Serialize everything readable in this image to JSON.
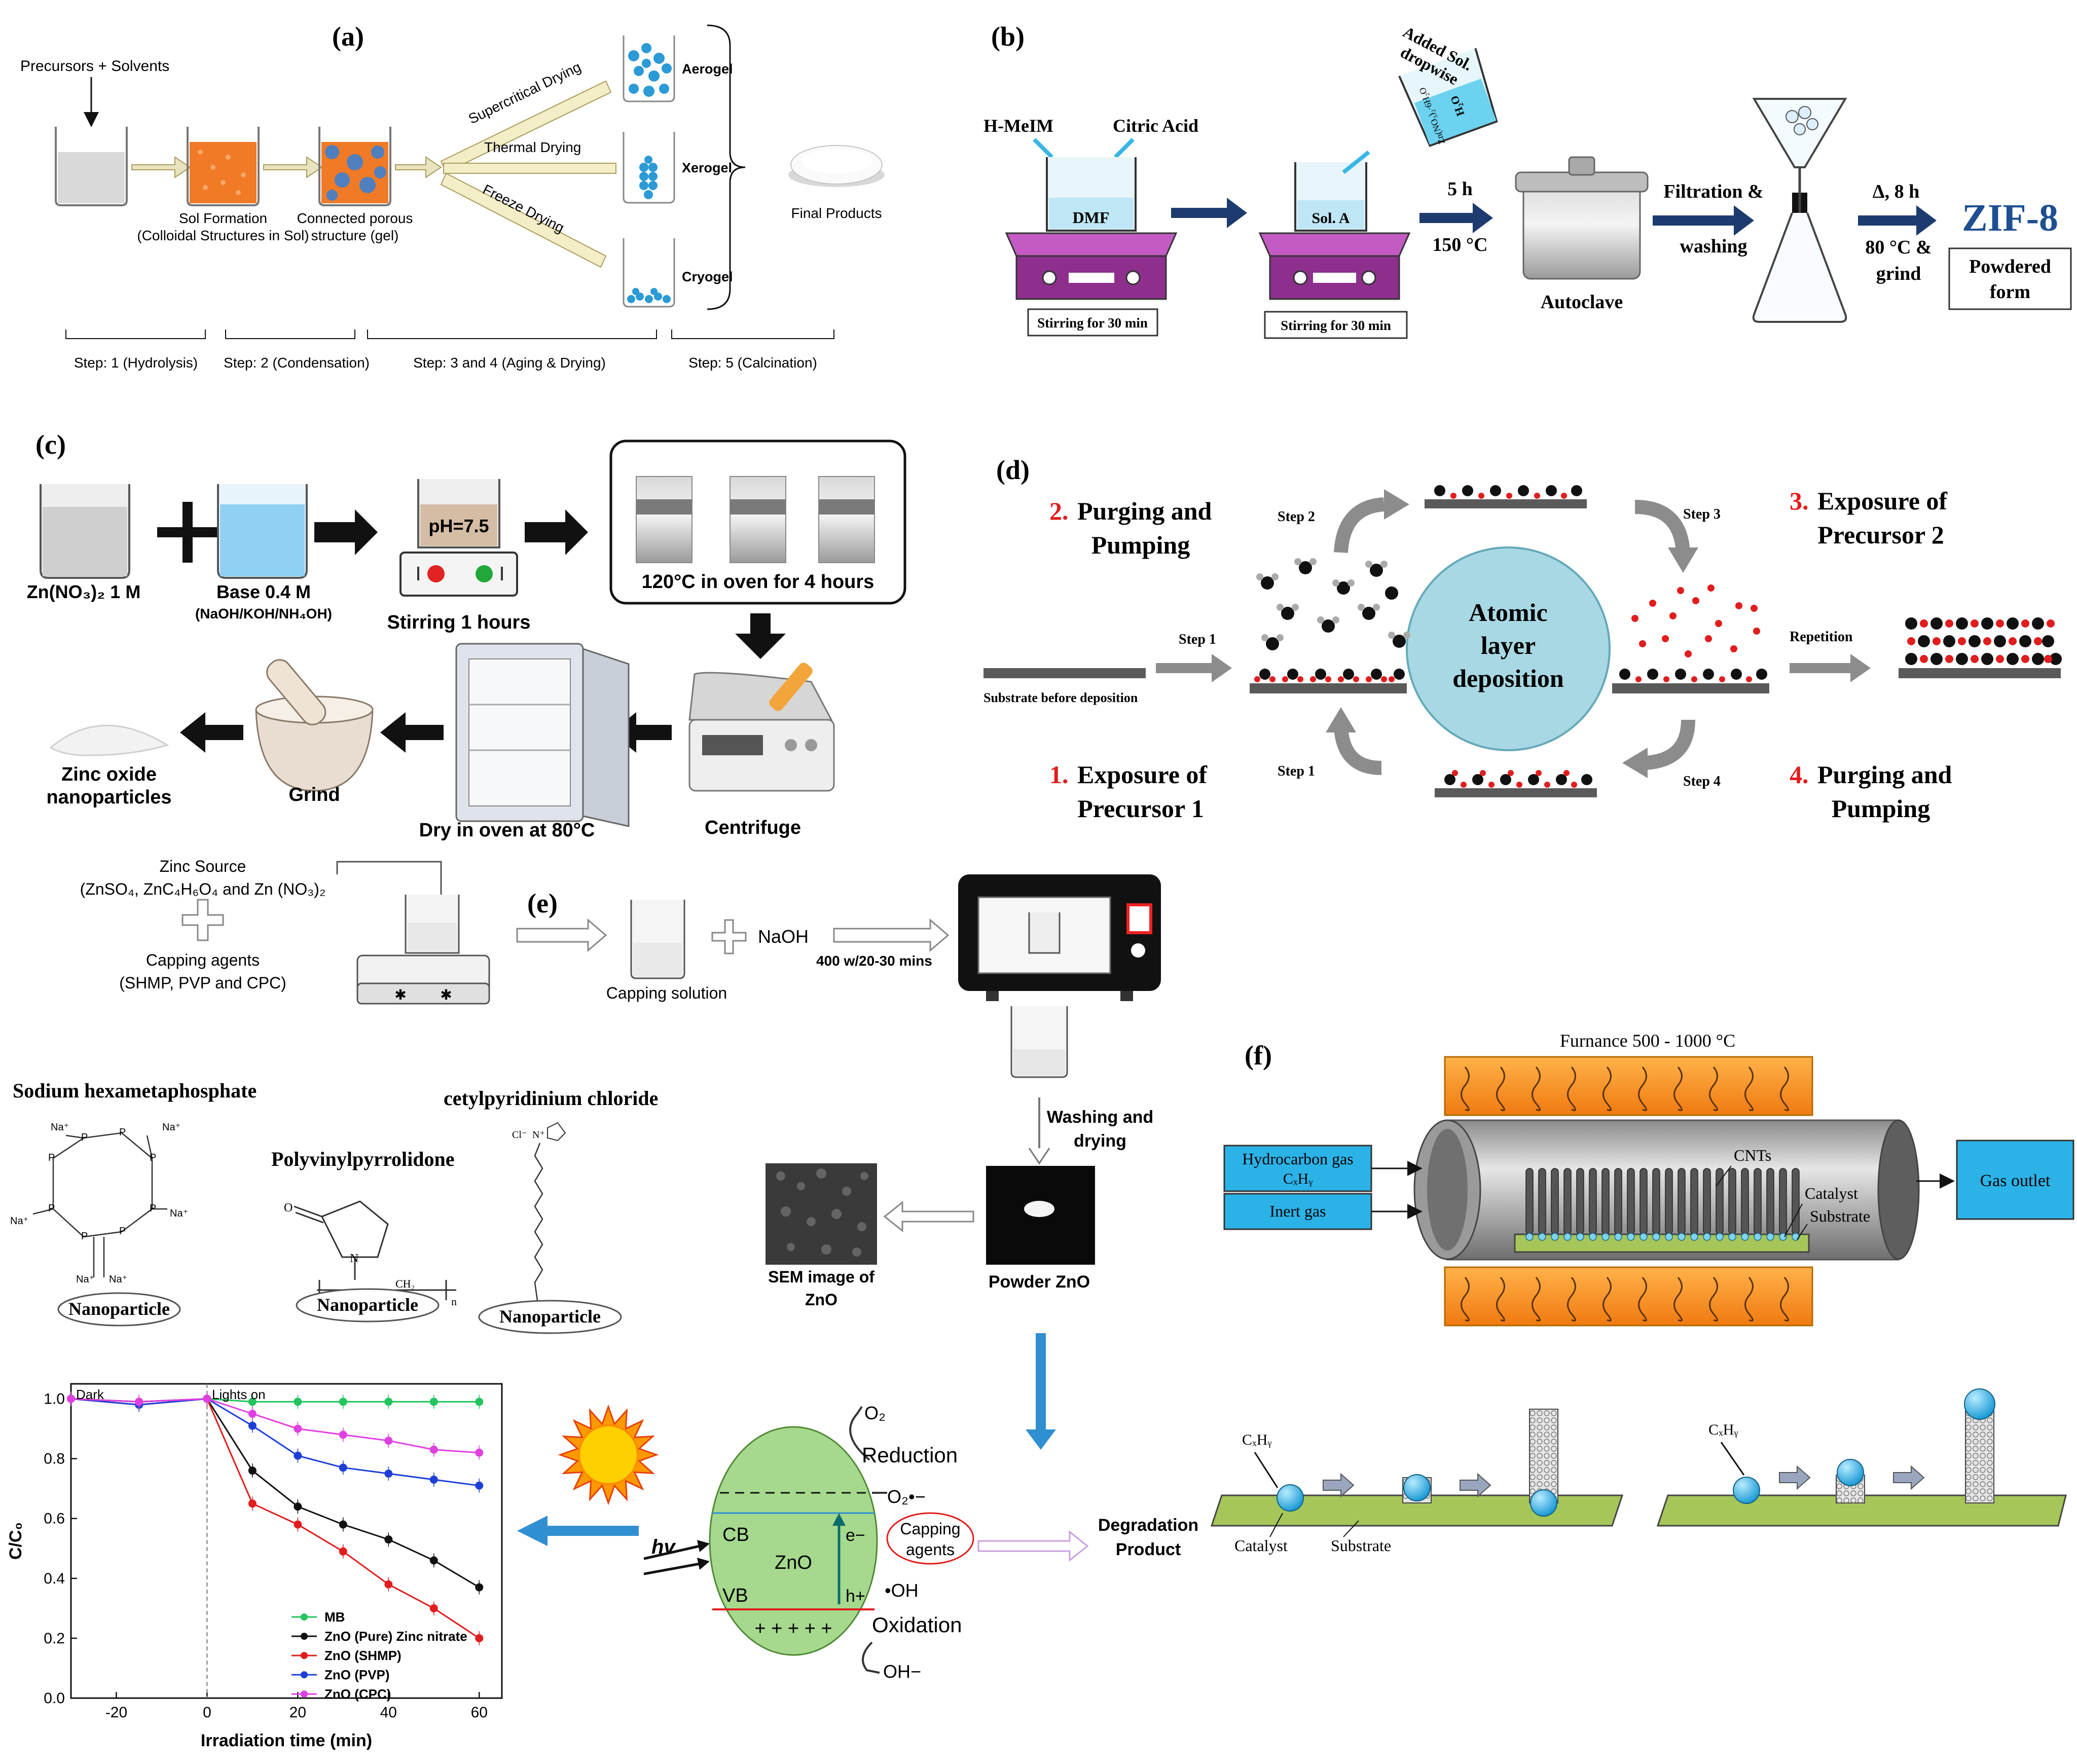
{
  "colors": {
    "accent_blue": "#2f8fd0",
    "navy": "#1d3b6e",
    "orange": "#f07a26",
    "green_ellipse": "#a6d98d",
    "circle_blue": "#a8d8e3",
    "furnace": "#f59a22",
    "red": "#e11d1d"
  },
  "panel_a": {
    "label": "(a)",
    "precursors": "Precursors + Solvents",
    "sol_formation_1": "Sol Formation",
    "sol_formation_2": "(Colloidal Structures in Sol)",
    "porous_1": "Connected porous",
    "porous_2": "structure (gel)",
    "supercritical": "Supercritical Drying",
    "thermal": "Thermal Drying",
    "freeze": "Freeze Drying",
    "aerogel": "Aerogel",
    "xerogel": "Xerogel",
    "cryogel": "Cryogel",
    "final": "Final Products",
    "step1": "Step: 1 (Hydrolysis)",
    "step2": "Step: 2 (Condensation)",
    "step34": "Step: 3 and 4 (Aging & Drying)",
    "step5": "Step: 5 (Calcination)"
  },
  "panel_b": {
    "label": "(b)",
    "hmeim": "H-MeIM",
    "citric": "Citric Acid",
    "added_1": "Added Sol.",
    "added_2": "dropwise",
    "beaker_label": "Zn(NO₃)₂·6H₂O",
    "h2o": "H₂O",
    "dmf": "DMF",
    "sol_a": "Sol. A",
    "stirring1": "Stirring for 30 min",
    "stirring2": "Stirring for 30 min",
    "time": "5 h",
    "temp": "150 °C",
    "autoclave": "Autoclave",
    "filtration_1": "Filtration &",
    "filtration_2": "washing",
    "delta": "Δ, 8 h",
    "temp2": "80 °C &",
    "grind": "grind",
    "zif": "ZIF-8",
    "powder_1": "Powdered",
    "powder_2": "form"
  },
  "panel_c": {
    "label": "(c)",
    "zn": "Zn(NO₃)₂ 1 M",
    "base": "Base 0.4 M",
    "base_types": "(NaOH/KOH/NH₄OH)",
    "ph": "pH=7.5",
    "stirring": "Stirring 1 hours",
    "oven": "120°C in oven for 4 hours",
    "centrifuge": "Centrifuge",
    "dry": "Dry in oven at 80°C",
    "grind": "Grind",
    "zno_1": "Zinc oxide",
    "zno_2": "nanoparticles"
  },
  "panel_d": {
    "label": "(d)",
    "center_1": "Atomic",
    "center_2": "layer",
    "center_3": "deposition",
    "p2_num": "2.",
    "p2_1": "Purging and",
    "p2_2": "Pumping",
    "p3_num": "3.",
    "p3_1": "Exposure of",
    "p3_2": "Precursor 2",
    "p1_num": "1.",
    "p1_1": "Exposure of",
    "p1_2": "Precursor 1",
    "p4_num": "4.",
    "p4_1": "Purging and",
    "p4_2": "Pumping",
    "step1": "Step 1",
    "step2": "Step 2",
    "step3": "Step 3",
    "step4": "Step 4",
    "step1b": "Step 1",
    "substrate": "Substrate before deposition",
    "repetition": "Repetition"
  },
  "panel_e": {
    "label": "(e)",
    "zinc_source": "Zinc Source",
    "zinc_list": "(ZnSO₄, ZnC₄H₆O₄ and Zn (NO₃)₂",
    "capping": "Capping agents",
    "capping_list": "(SHMP, PVP and CPC)",
    "capping_solution": "Capping solution",
    "naoh": "NaOH",
    "microwave": "400 w/20-30 mins",
    "washing_1": "Washing and",
    "washing_2": "drying",
    "powder": "Powder ZnO",
    "sem_1": "SEM image of",
    "sem_2": "ZnO",
    "shmp": "Sodium hexametaphosphate",
    "pvp": "Polyvinylpyrrolidone",
    "cpc": "cetylpyridinium chloride",
    "nano1": "Nanoparticle",
    "nano2": "Nanoparticle",
    "nano3": "Nanoparticle",
    "reduction": "Reduction",
    "oxidation": "Oxidation",
    "o2": "O₂",
    "o2rad": "O₂•−",
    "oh": "•OH",
    "ohm": "OH−",
    "cb": "CB",
    "vb": "VB",
    "zno": "ZnO",
    "eminus": "e−",
    "hplus": "h+",
    "hv": "hv",
    "capping_agents_1": "Capping",
    "capping_agents_2": "agents",
    "degradation_1": "Degradation",
    "degradation_2": "Product",
    "plus_row": "+ + + + +"
  },
  "panel_f": {
    "label": "(f)",
    "furnace": "Furnance 500 - 1000 °C",
    "hydrocarbon_1": "Hydrocarbon gas",
    "hydrocarbon_2": "CₓHᵧ",
    "inert": "Inert gas",
    "cnts": "CNTs",
    "catalyst": "Catalyst",
    "substrate": "Substrate",
    "outlet": "Gas outlet",
    "cxhy_1": "CₓHᵧ",
    "cxhy_2": "CₓHᵧ",
    "catalyst_b": "Catalyst",
    "substrate_b": "Substrate"
  },
  "chart_data": {
    "type": "line",
    "xlabel": "Irradiation time (min)",
    "ylabel": "C/C₀",
    "xlim": [
      -30,
      65
    ],
    "ylim": [
      0.0,
      1.05
    ],
    "xticks": [
      -20,
      0,
      20,
      40,
      60
    ],
    "yticks": [
      0.0,
      0.2,
      0.4,
      0.6,
      0.8,
      1.0
    ],
    "annotations": [
      "Dark",
      "Lights on"
    ],
    "legend_position": "bottom-left",
    "x": [
      -30,
      -15,
      0,
      10,
      20,
      30,
      40,
      50,
      60
    ],
    "series": [
      {
        "name": "MB",
        "color": "#22c55e",
        "values": [
          1.0,
          0.99,
          1.0,
          0.99,
          0.99,
          0.99,
          0.99,
          0.99,
          0.99
        ]
      },
      {
        "name": "ZnO (Pure) Zinc nitrate",
        "color": "#111111",
        "values": [
          1.0,
          0.99,
          1.0,
          0.76,
          0.64,
          0.58,
          0.53,
          0.46,
          0.37
        ]
      },
      {
        "name": "ZnO (SHMP)",
        "color": "#e11d1d",
        "values": [
          1.0,
          0.98,
          1.0,
          0.65,
          0.58,
          0.49,
          0.38,
          0.3,
          0.2
        ]
      },
      {
        "name": "ZnO (PVP)",
        "color": "#1d3fd8",
        "values": [
          1.0,
          0.98,
          1.0,
          0.91,
          0.81,
          0.77,
          0.75,
          0.73,
          0.71
        ]
      },
      {
        "name": "ZnO (CPC)",
        "color": "#e040e0",
        "values": [
          1.0,
          0.99,
          1.0,
          0.95,
          0.9,
          0.88,
          0.86,
          0.83,
          0.82
        ]
      }
    ]
  }
}
